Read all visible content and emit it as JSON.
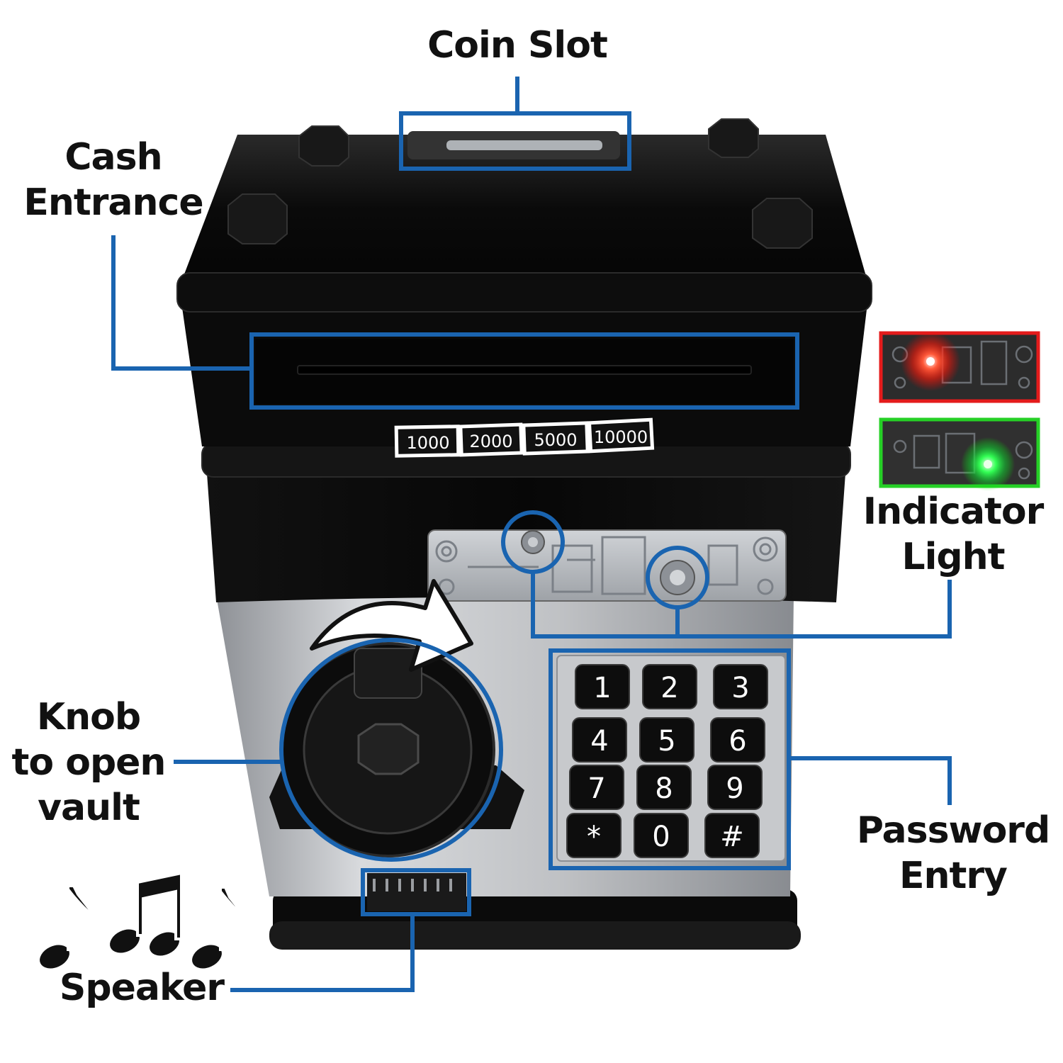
{
  "labels": {
    "coin_slot": "Coin Slot",
    "cash_entrance": [
      "Cash",
      "Entrance"
    ],
    "indicator_light": [
      "Indicator",
      "Light"
    ],
    "knob": [
      "Knob",
      "to open",
      "vault"
    ],
    "password_entry": [
      "Password",
      "Entry"
    ],
    "speaker": "Speaker"
  },
  "denominations": [
    "1000",
    "2000",
    "5000",
    "10000"
  ],
  "keypad_keys": [
    "1",
    "2",
    "3",
    "4",
    "5",
    "6",
    "7",
    "8",
    "9",
    "*",
    "0",
    "#"
  ],
  "colors": {
    "callout_blue": "#1a64b0",
    "body_black": "#0c0c0c",
    "body_silver": "#c4c6c9",
    "indicator_red": "#ff2a1a",
    "indicator_green": "#22ff44",
    "indicator_red_frame": "#e41b1b",
    "indicator_green_frame": "#26d026"
  },
  "icons": [
    "music-notes-icon",
    "curved-arrow-icon"
  ]
}
